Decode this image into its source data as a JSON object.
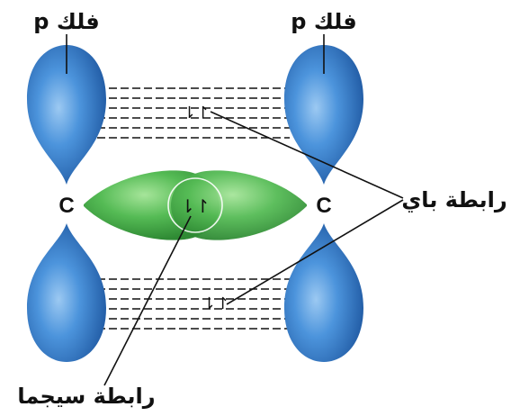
{
  "labels": {
    "p_orbital_left": "فلك p",
    "p_orbital_right": "فلك p",
    "pi_bond": "رابطة باي",
    "sigma_bond": "رابطة سيجما"
  },
  "atoms": {
    "left": "C",
    "right": "C"
  },
  "electron_pairs": {
    "pi_top": "⇂↾",
    "sigma": "⇂↾",
    "pi_bottom": "⇂↾"
  },
  "colors": {
    "p_orbital": "#3a86d4",
    "sigma_orbital": "#48b24a",
    "line": "#111111"
  }
}
